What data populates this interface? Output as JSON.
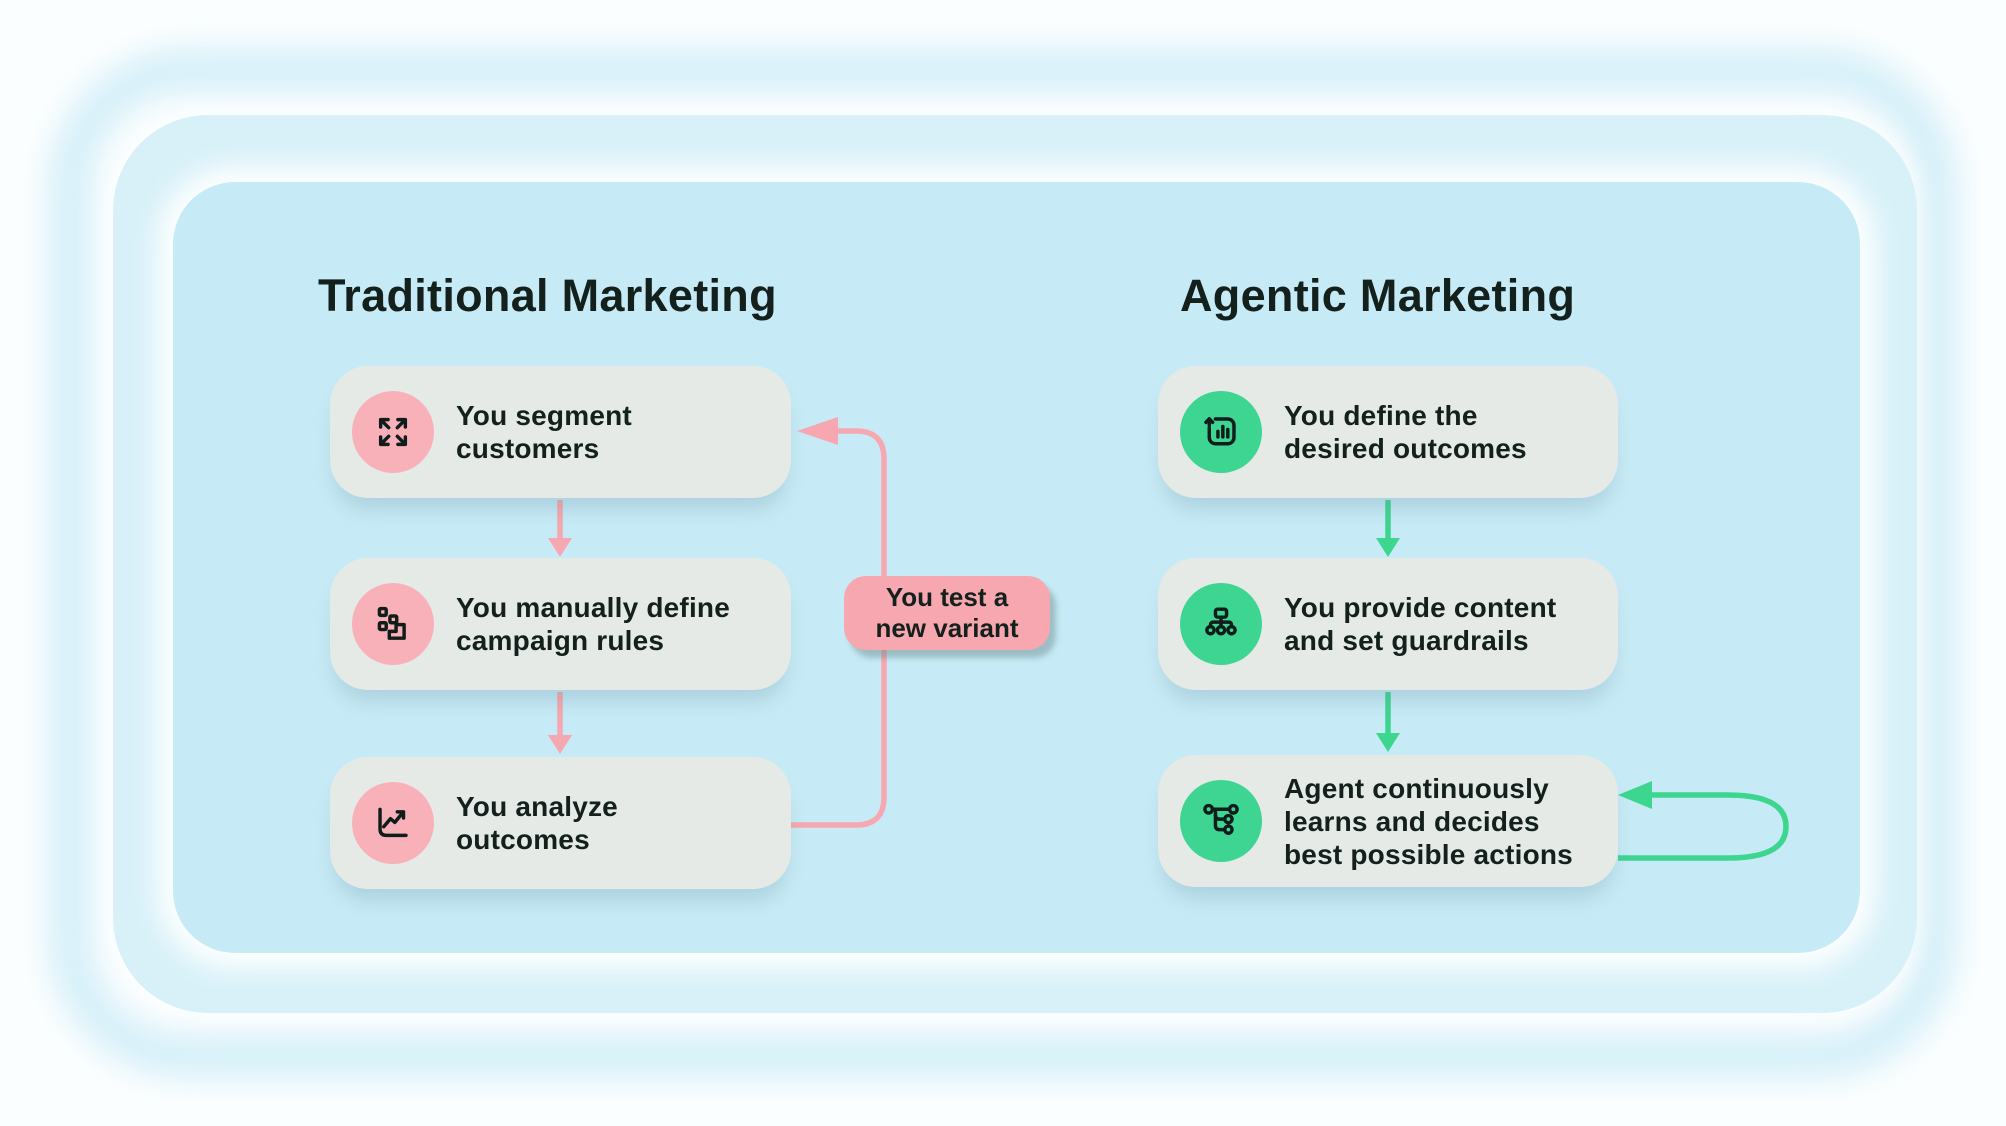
{
  "diagram": {
    "left": {
      "title": "Traditional Marketing",
      "steps": [
        {
          "icon": "expand-arrows-icon",
          "lines": [
            "You segment",
            "customers"
          ]
        },
        {
          "icon": "steps-blocks-icon",
          "lines": [
            "You manually define",
            "campaign rules"
          ]
        },
        {
          "icon": "chart-line-icon",
          "lines": [
            "You analyze",
            "outcomes"
          ]
        }
      ],
      "loop_badge": {
        "lines": [
          "You test a",
          "new variant"
        ]
      }
    },
    "right": {
      "title": "Agentic Marketing",
      "steps": [
        {
          "icon": "bar-chart-up-icon",
          "lines": [
            "You define the",
            "desired outcomes"
          ]
        },
        {
          "icon": "sitemap-icon",
          "lines": [
            "You provide content",
            "and set guardrails"
          ]
        },
        {
          "icon": "branch-tree-icon",
          "lines": [
            "Agent continuously",
            "learns and decides",
            "best possible actions"
          ]
        }
      ]
    }
  },
  "colors": {
    "page-bg": "#fbfeff",
    "halo-blue": "#cdecf7",
    "band-blue": "#d8f1f9",
    "panel-blue": "#c7ebf6",
    "card-bg": "#e5eae7",
    "pink-circle": "#f9b1b9",
    "pink-accent": "#f7a7af",
    "green-circle": "#3ed492",
    "green-accent": "#3dd68f",
    "icon-dark": "#101d1a",
    "text-dark": "#13201c"
  }
}
